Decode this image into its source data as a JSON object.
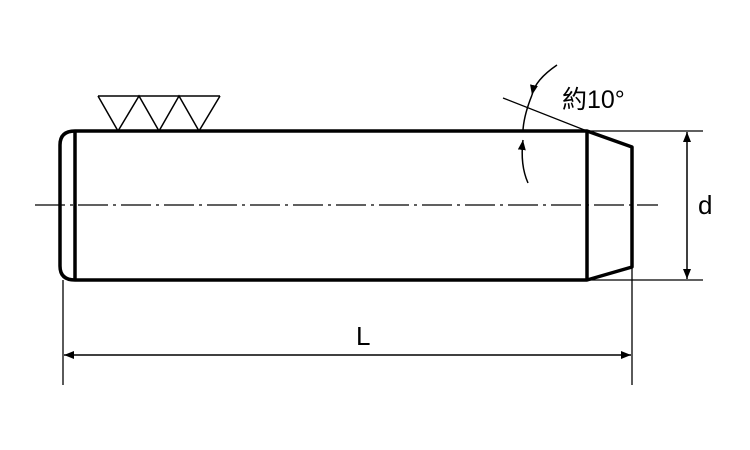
{
  "drawing": {
    "angle_label": "約10°",
    "length_label": "L",
    "diameter_label": "d",
    "surface_finish_symbol": "▽▽▽"
  }
}
